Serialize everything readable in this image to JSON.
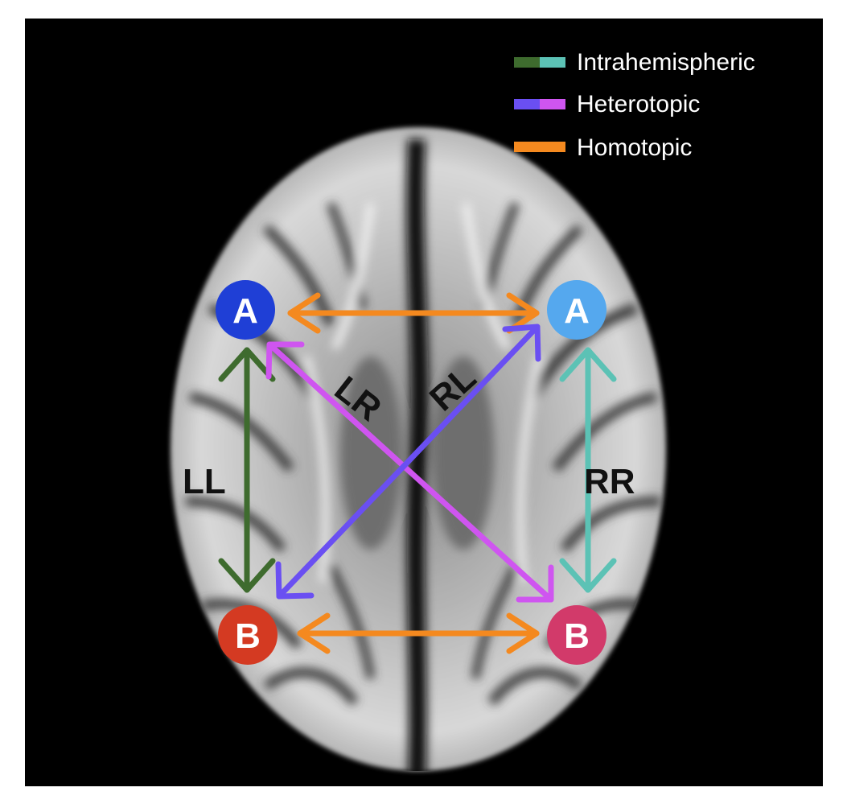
{
  "legend": {
    "intrahemispheric": {
      "label": "Intrahemispheric",
      "colors": [
        "#3e6b2e",
        "#5cc2b5"
      ]
    },
    "heterotopic": {
      "label": "Heterotopic",
      "colors": [
        "#6a4ff2",
        "#cf55f0"
      ]
    },
    "homotopic": {
      "label": "Homotopic",
      "colors": [
        "#f4891f"
      ]
    }
  },
  "nodes": {
    "left_a": {
      "label": "A",
      "color": "#1f3fd6"
    },
    "right_a": {
      "label": "A",
      "color": "#55a8ee"
    },
    "left_b": {
      "label": "B",
      "color": "#d43a22"
    },
    "right_b": {
      "label": "B",
      "color": "#d23a6a"
    }
  },
  "edges": {
    "ll": {
      "label": "LL",
      "color": "#3e6b2e"
    },
    "rr": {
      "label": "RR",
      "color": "#5cc2b5"
    },
    "lr": {
      "label": "LR",
      "color": "#cf55f0"
    },
    "rl": {
      "label": "RL",
      "color": "#6a4ff2"
    },
    "homotopic_top": {
      "color": "#f4891f"
    },
    "homotopic_bottom": {
      "color": "#f4891f"
    }
  }
}
